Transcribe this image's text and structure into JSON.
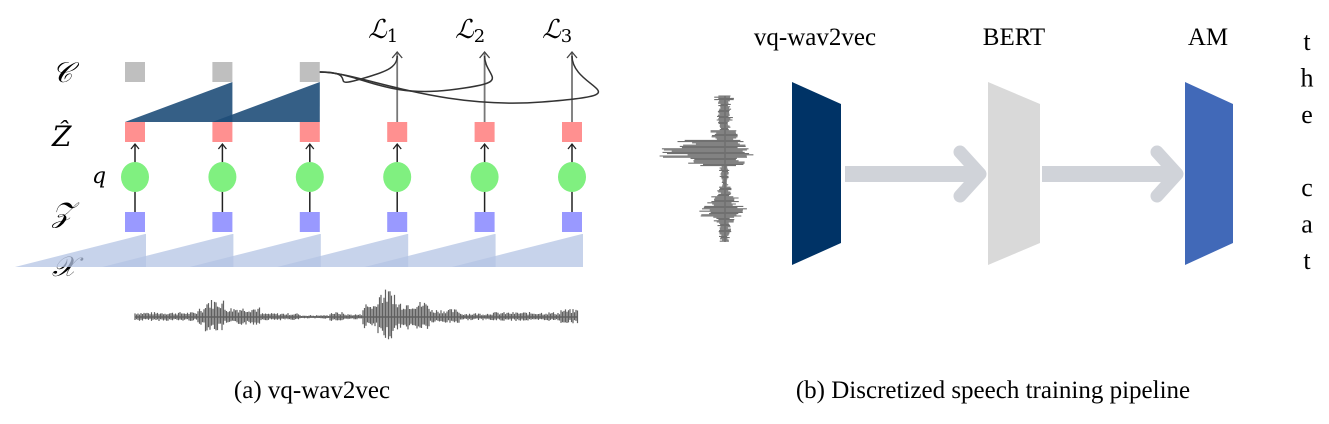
{
  "panel_a": {
    "caption": "(a) vq-wav2vec",
    "row_labels": {
      "c": "𝒞",
      "z_hat": "Ẑ",
      "z": "𝒵",
      "x": "𝒳",
      "q": "q"
    },
    "losses": [
      {
        "label": "ℒ",
        "sub": "1"
      },
      {
        "label": "ℒ",
        "sub": "2"
      },
      {
        "label": "ℒ",
        "sub": "3"
      }
    ],
    "timesteps": 6,
    "context_steps": 3,
    "colors": {
      "context": "#bfbfbf",
      "z_hat": "#ff9090",
      "quantizer": "#80f080",
      "z": "#9999ff",
      "encoder": "#b4c4e4",
      "aggregator": "#1f4e79",
      "waveform": "#606060"
    }
  },
  "panel_b": {
    "caption": "(b) Discretized speech training pipeline",
    "blocks": [
      {
        "label": "vq-wav2vec",
        "color": "#003366"
      },
      {
        "label": "BERT",
        "color": "#d9d9d9"
      },
      {
        "label": "AM",
        "color": "#4169b8"
      }
    ],
    "output_letters": [
      "t",
      "h",
      "e",
      "",
      "c",
      "a",
      "t"
    ],
    "arrow_color": "#d0d3d9",
    "waveform_color": "#707070"
  }
}
